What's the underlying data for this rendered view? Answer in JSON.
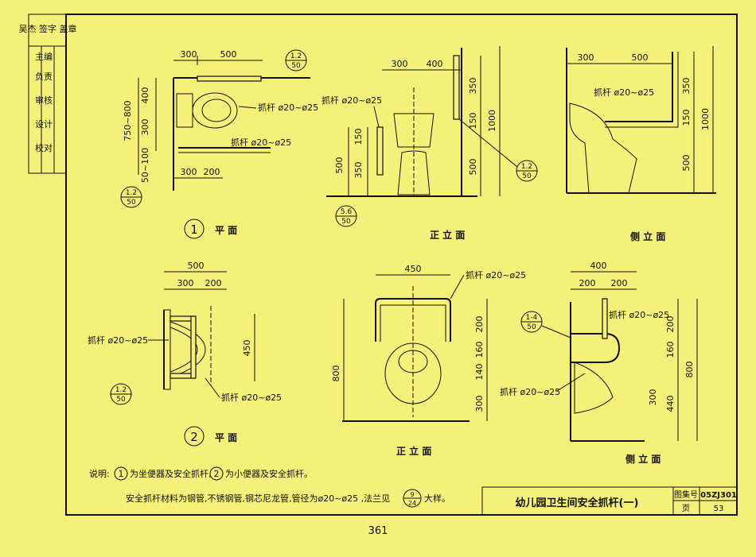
{
  "sidebar": {
    "stamp": "吴杰 签字 盖章",
    "cells": [
      "校对",
      "设计",
      "审核",
      "负责",
      "主编"
    ]
  },
  "view1": {
    "number": "1",
    "title": "平 面",
    "dims_top": [
      "300",
      "500"
    ],
    "dims_bottom": [
      "300",
      "200"
    ],
    "dims_left": [
      "400",
      "300",
      "750~800",
      "50~100"
    ],
    "bar_label": "抓杆 ø20~ø25",
    "ref_top": {
      "num": "1.2",
      "den": "50"
    },
    "ref_bottom": {
      "num": "1.2",
      "den": "50"
    }
  },
  "view_front1": {
    "title": "正 立 面",
    "dims_top": [
      "300",
      "400"
    ],
    "dims_left": [
      "500",
      "150",
      "350"
    ],
    "dims_right": [
      "350",
      "150",
      "500",
      "1000"
    ],
    "bar_label": "抓杆 ø20~ø25",
    "ref_right": {
      "num": "1.2",
      "den": "50"
    },
    "ref_bottom": {
      "num": "5.6",
      "den": "50"
    }
  },
  "view_side1": {
    "title": "侧 立 面",
    "dims_top": [
      "300",
      "500"
    ],
    "dims_right": [
      "150",
      "350",
      "1000",
      "500"
    ],
    "bar_label": "抓杆 ø20~ø25"
  },
  "view2": {
    "number": "2",
    "title": "平 面",
    "dims_top": [
      "500",
      "300",
      "200"
    ],
    "dims_right": [
      "450"
    ],
    "bar_label": "抓杆 ø20~ø25",
    "ref": {
      "num": "1.2",
      "den": "50"
    }
  },
  "view_front2": {
    "title": "正 立 面",
    "dims_top": [
      "450"
    ],
    "dims_right": [
      "200",
      "160",
      "140",
      "300"
    ],
    "dims_left": [
      "800"
    ],
    "bar_label": "抓杆 ø20~ø25"
  },
  "view_side2": {
    "title": "侧 立 面",
    "dims_top": [
      "400",
      "200",
      "200"
    ],
    "dims_right": [
      "200",
      "160",
      "800",
      "300",
      "440"
    ],
    "bar_label": "抓杆 ø20~ø25",
    "ref": {
      "num": "1-4",
      "den": "50"
    }
  },
  "notes": {
    "prefix": "说明:",
    "n1": "1",
    "t1": "为坐便器及安全抓杆,",
    "n2": "2",
    "t2": "为小便器及安全抓杆。",
    "line2": "安全抓杆材料为钢管,不锈钢管,钢芯尼龙管,管径为ø20~ø25 ,法兰见",
    "ref": {
      "num": "9",
      "den": "24"
    },
    "after": "大样。"
  },
  "titleblock": {
    "title": "幼儿园卫生间安全抓杆(一)",
    "atlas_label": "图集号",
    "atlas_value": "05ZJ301",
    "page_label": "页",
    "page_value": "53"
  },
  "page_number": "361"
}
